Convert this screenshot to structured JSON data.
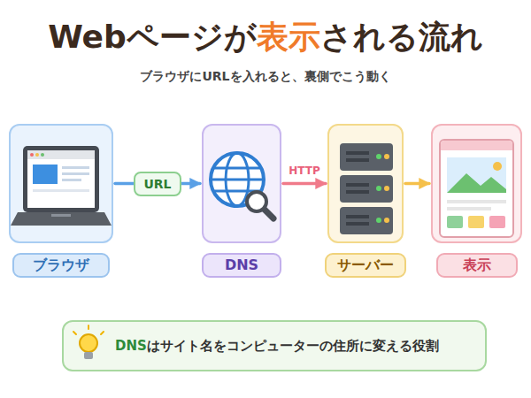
{
  "diagram": {
    "title": "Webページが表示される流れ",
    "caption": "ブラウザにURLを入れると、裏側でこう動く",
    "nodes": [
      {
        "text": [
          "ブラウザ"
        ]
      },
      {
        "text": [
          "DNS"
        ]
      },
      {
        "text": [
          "サーバー"
        ]
      },
      {
        "text": [
          "表示"
        ]
      },
      {
        "text": [
          "DNSはサイト名をコンピューターの住所に変える役割"
        ]
      }
    ],
    "edges": [
      {
        "from": 0,
        "to": 1,
        "arrow": "to",
        "label": "URL"
      },
      {
        "from": 1,
        "to": 2,
        "arrow": "to",
        "label": "HTTP"
      },
      {
        "from": 2,
        "to": 3,
        "arrow": "to"
      }
    ]
  }
}
